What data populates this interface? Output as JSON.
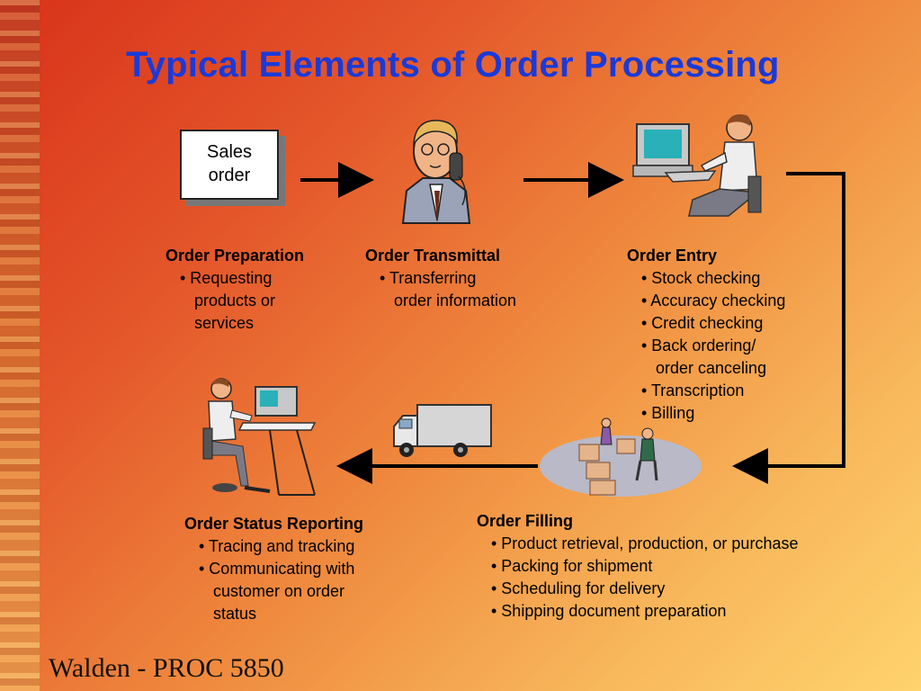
{
  "title": "Typical Elements of Order Processing",
  "footer": "Walden - PROC 5850",
  "sales_order": [
    "Sales",
    "order"
  ],
  "steps": {
    "preparation": {
      "heading": "Order Preparation",
      "lines": [
        "• Requesting",
        "products or",
        "services"
      ]
    },
    "transmittal": {
      "heading": "Order Transmittal",
      "lines": [
        "• Transferring",
        "order information"
      ]
    },
    "entry": {
      "heading": "Order Entry",
      "lines": [
        "• Stock checking",
        "• Accuracy checking",
        "• Credit checking",
        "• Back ordering/",
        "order canceling",
        "• Transcription",
        "• Billing"
      ]
    },
    "filling": {
      "heading": "Order Filling",
      "lines": [
        "• Product retrieval, production, or purchase",
        "• Packing for shipment",
        "• Scheduling for delivery",
        "• Shipping document preparation"
      ]
    },
    "status": {
      "heading": "Order Status Reporting",
      "lines": [
        "• Tracing and tracking",
        "• Communicating with",
        "customer on order",
        "status"
      ]
    }
  },
  "icons": [
    "sales-order-document-icon",
    "phone-person-icon",
    "computer-operator-icon",
    "warehouse-workers-icon",
    "delivery-truck-icon",
    "desk-worker-icon"
  ]
}
